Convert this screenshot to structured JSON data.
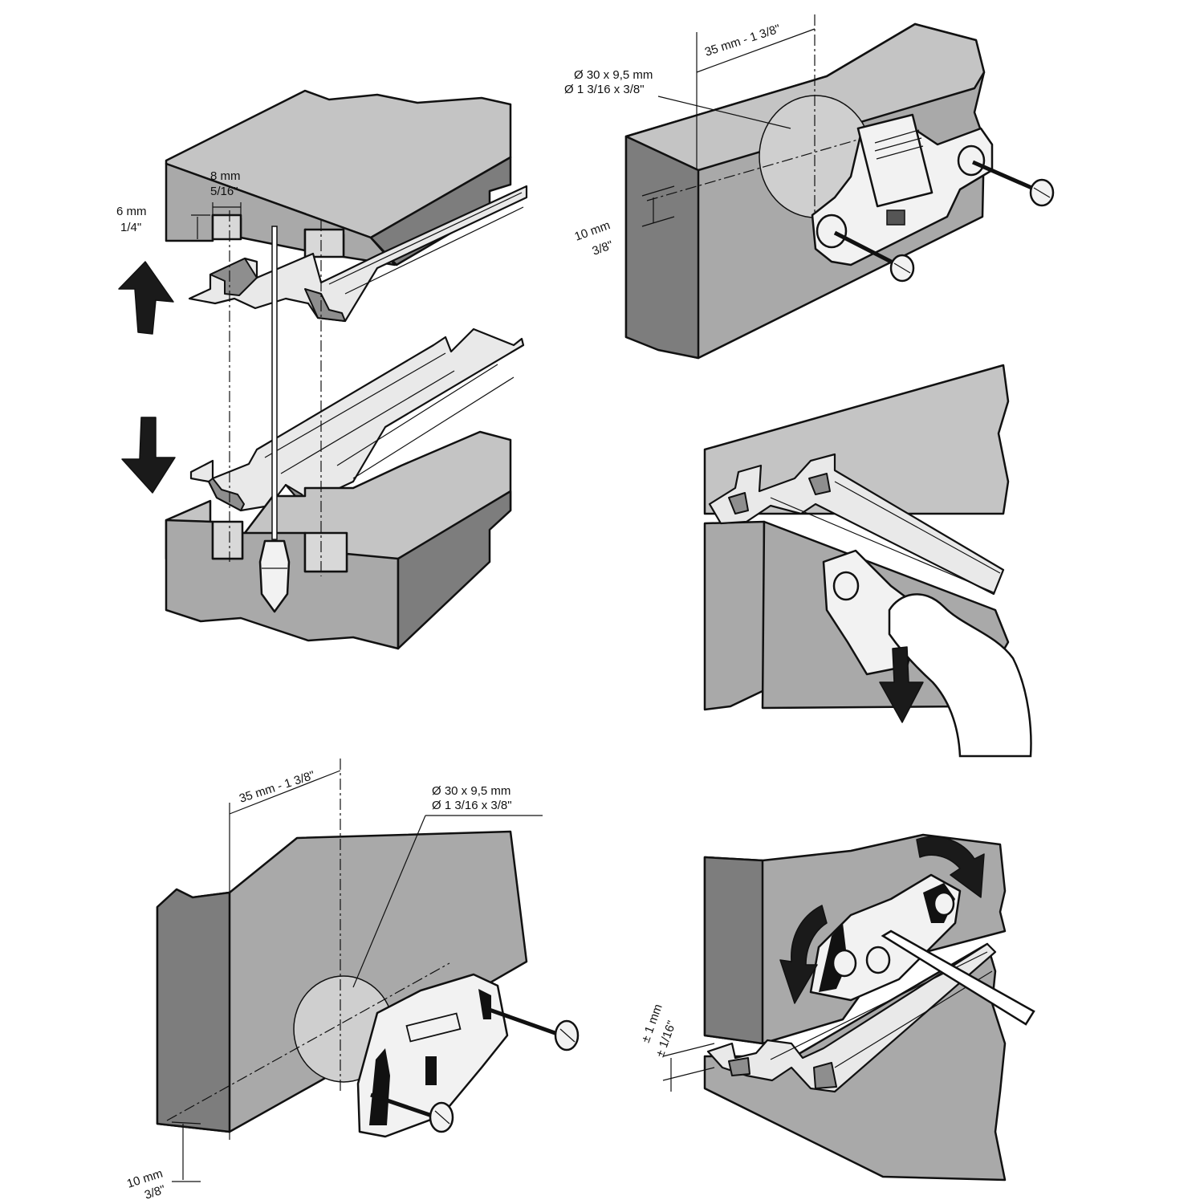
{
  "panel1": {
    "width_mm": "8 mm",
    "width_in": "5/16\"",
    "depth_mm": "6 mm",
    "depth_in": "1/4\""
  },
  "panel2": {
    "spacing": "35 mm - 1 3/8\"",
    "hole_mm": "Ø 30 x 9,5 mm",
    "hole_in": "Ø 1 3/16 x 3/8\"",
    "offset_mm": "10 mm",
    "offset_in": "3/8\""
  },
  "panel4": {
    "spacing": "35 mm - 1 3/8\"",
    "hole_mm": "Ø 30 x 9,5 mm",
    "hole_in": "Ø 1 3/16 x 3/8\"",
    "offset_mm": "10 mm",
    "offset_in": "3/8\""
  },
  "panel5": {
    "gap_mm": "± 1 mm",
    "gap_in": "± 1/16\""
  }
}
